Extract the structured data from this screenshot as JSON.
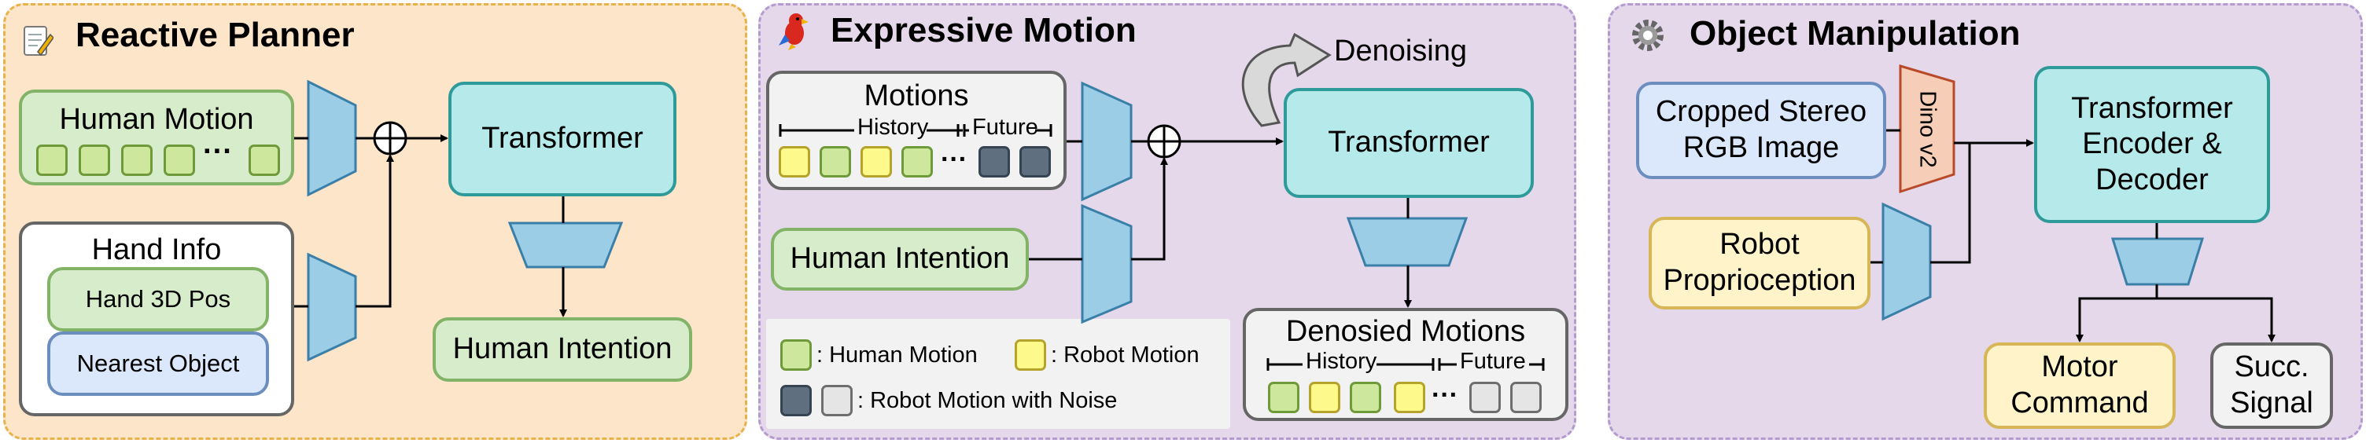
{
  "panels": {
    "reactive": {
      "title": "Reactive Planner",
      "human_motion": "Human Motion",
      "dots": "···",
      "hand_info": "Hand Info",
      "hand_3d_pos": "Hand 3D Pos",
      "nearest_object": "Nearest Object",
      "transformer": "Transformer",
      "human_intention": "Human Intention"
    },
    "expressive": {
      "title": "Expressive Motion",
      "motions": "Motions",
      "history": "History",
      "future": "Future",
      "dots": "···",
      "denoising": "Denoising",
      "transformer": "Transformer",
      "human_intention": "Human Intention",
      "denoised_motions": "Denosied Motions",
      "legend": {
        "human_motion": ": Human Motion",
        "robot_motion": ": Robot Motion",
        "robot_motion_noise": ": Robot Motion with Noise"
      }
    },
    "object": {
      "title": "Object Manipulation",
      "cropped_stereo_line1": "Cropped Stereo",
      "cropped_stereo_line2": "RGB Image",
      "dino": "Dino v2",
      "transformer_line1": "Transformer",
      "transformer_line2": "Encoder &",
      "transformer_line3": "Decoder",
      "robot_line1": "Robot",
      "robot_line2": "Proprioception",
      "motor_line1": "Motor",
      "motor_line2": "Command",
      "succ_line1": "Succ.",
      "succ_line2": "Signal"
    }
  },
  "colors": {
    "orange_bg": "#fde5c9",
    "orange_border": "#e8b24a",
    "purple_bg": "#e5d8ea",
    "purple_border": "#b39bcf",
    "teal_fill": "#b5e9ea",
    "teal_border": "#2f9a9a",
    "green_fill": "#d6eccb",
    "green_border": "#82b366",
    "blue_fill": "#dbe8fb",
    "blue_border": "#6c8ebf",
    "yellow_fill": "#fff3ca",
    "yellow_border": "#d6b656",
    "encoder_fill": "#9ccde6",
    "encoder_border": "#3a7fa8",
    "dino_fill": "#f6cdb7",
    "dino_border": "#b84a2a"
  },
  "icons": [
    "memo-icon",
    "parrot-icon",
    "gear-icon"
  ]
}
